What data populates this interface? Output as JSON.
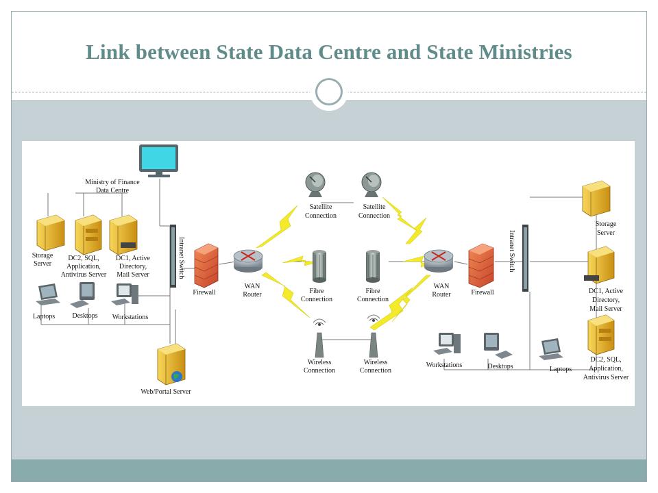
{
  "title": "Link between State Data Centre and State Ministries",
  "diagram": {
    "ministry_label": [
      "Ministry of Finance",
      "Data Centre"
    ],
    "left": {
      "storage_server": [
        "Storage",
        "Server"
      ],
      "dc2_server": [
        "DC2, SQL,",
        "Application,",
        "Antivirus Server"
      ],
      "dc1_server": [
        "DC1, Active",
        "Directory,",
        "Mail Server"
      ],
      "laptops": "Laptops",
      "desktops": "Desktops",
      "workstations": "Workstations",
      "intranet_switch": "Intranet Switch",
      "firewall": "Firewall",
      "wan_router": [
        "WAN",
        "Router"
      ],
      "web_portal_server": "Web/Portal Server"
    },
    "middle": {
      "satellite_left": [
        "Satellite",
        "Connection"
      ],
      "satellite_right": [
        "Satellite",
        "Connection"
      ],
      "fibre_left": [
        "Fibre",
        "Connection"
      ],
      "fibre_right": [
        "Fibre",
        "Connection"
      ],
      "wireless_left": [
        "Wireless",
        "Connection"
      ],
      "wireless_right": [
        "Wireless",
        "Connection"
      ]
    },
    "right": {
      "wan_router": [
        "WAN",
        "Router"
      ],
      "firewall": "Firewall",
      "intranet_switch": "Intranet Switch",
      "storage_server": [
        "Storage",
        "Server"
      ],
      "dc1_server": [
        "DC1, Active",
        "Directory,",
        "Mail Server"
      ],
      "dc2_server": [
        "DC2, SQL,",
        "Application,",
        "Antivirus Server"
      ],
      "workstations": "Workstations",
      "desktops": "Desktops",
      "laptops": "Laptops"
    },
    "colors": {
      "server_yellow": "#e8b92c",
      "lightning_yellow": "#f2ea2a",
      "firewall_orange": "#e2623a",
      "monitor_cyan": "#3fd6e6",
      "router_grey": "#8c98a0"
    }
  }
}
